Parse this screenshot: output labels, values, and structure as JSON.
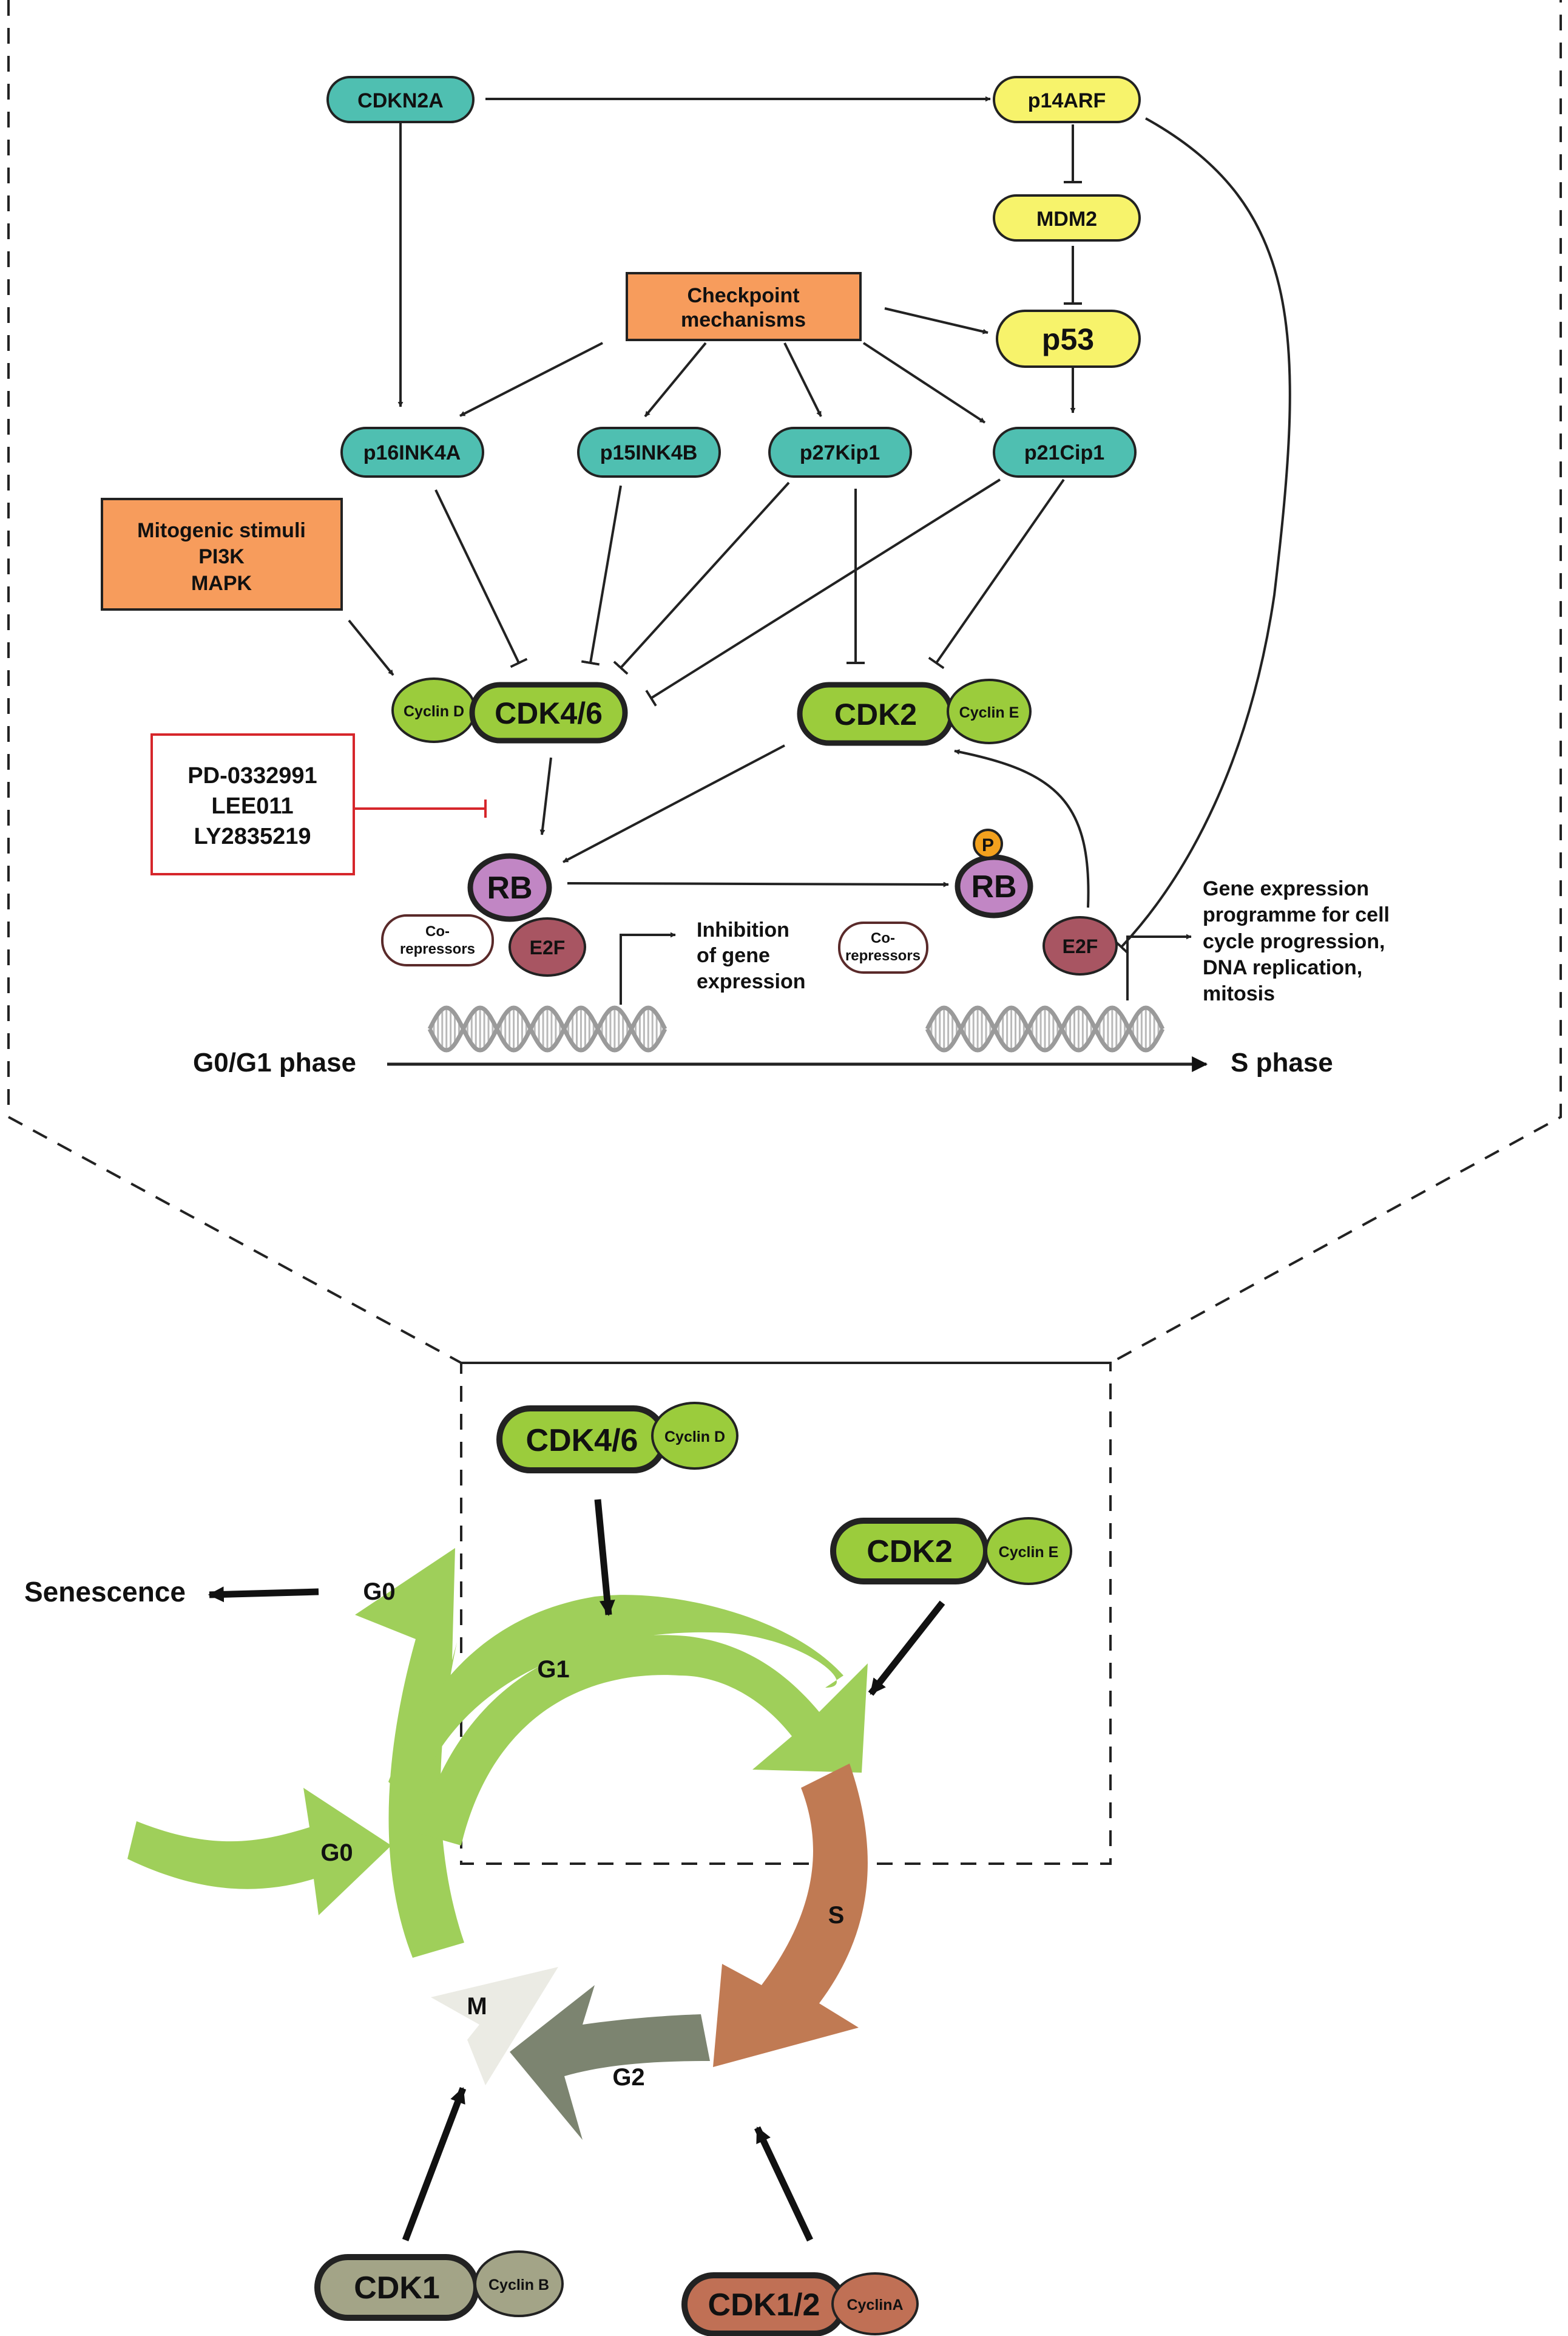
{
  "nodes": {
    "cdkn2a": "CDKN2A",
    "p14arf": "p14ARF",
    "mdm2": "MDM2",
    "p53": "p53",
    "checkpoint_line1": "Checkpoint",
    "checkpoint_line2": "mechanisms",
    "p16": "p16INK4A",
    "p15": "p15INK4B",
    "p27": "p27Kip1",
    "p21": "p21Cip1",
    "mitogenic_line1": "Mitogenic stimuli",
    "mitogenic_line2": "PI3K",
    "mitogenic_line3": "MAPK",
    "cyclin_d": "Cyclin D",
    "cdk46": "CDK4/6",
    "cdk2": "CDK2",
    "cyclin_e": "Cyclin E",
    "rb": "RB",
    "p": "P",
    "e2f": "E2F",
    "corepressors_line1": "Co-",
    "corepressors_line2": "repressors"
  },
  "inhibitors": [
    "PD-0332991",
    "LEE011",
    "LY2835219"
  ],
  "labels": {
    "inhibition": [
      "Inhibition",
      "of gene",
      "expression"
    ],
    "gene_expression": [
      "Gene expression",
      "programme for cell",
      "cycle progression,",
      "DNA replication,",
      "mitosis"
    ],
    "g0g1_phase": "G0/G1 phase",
    "s_phase": "S phase"
  },
  "cycle": {
    "g0_top": "G0",
    "g0_left": "G0",
    "g1": "G1",
    "s": "S",
    "g2": "G2",
    "m": "M",
    "senescence": "Senescence",
    "cdk46": "CDK4/6",
    "cyclin_d": "Cyclin D",
    "cdk2": "CDK2",
    "cyclin_e": "Cyclin E",
    "cdk1": "CDK1",
    "cyclin_b": "Cyclin B",
    "cdk12": "CDK1/2",
    "cyclin_a": "CyclinA"
  },
  "colors": {
    "teal": "#4fbfb1",
    "yellow": "#f7f36b",
    "orange_box": "#f79c5c",
    "green_cdk": "#9bcc3c",
    "purple_rb": "#c186c4",
    "e2f": "#a85562",
    "phospho": "#f3a11e",
    "cycle_green": "#9fcf5a",
    "cycle_s": "#c07a53",
    "cycle_g2": "#7c8470",
    "cycle_m": "#ebebe4",
    "cdk1": "#a3a487",
    "cdk12": "#c07055",
    "inhibitor_red": "#d6262b"
  }
}
